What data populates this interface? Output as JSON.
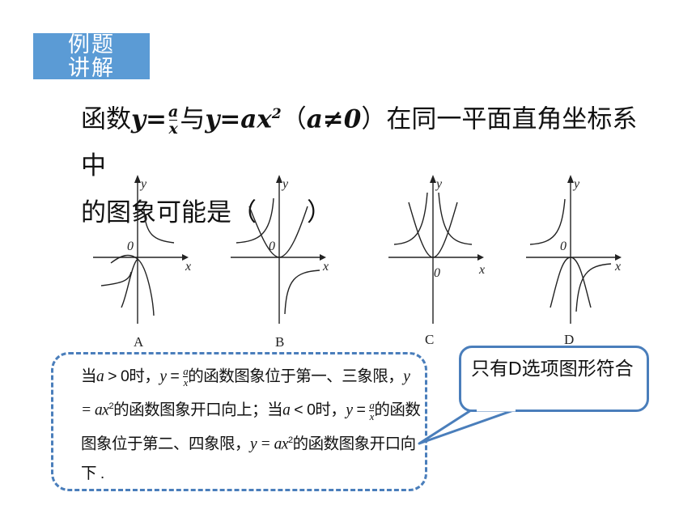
{
  "badge": {
    "line1": "例题",
    "line2": "讲解"
  },
  "question": {
    "prefix": "函数",
    "eq1_lhs": "y",
    "eq1_eq": "=",
    "eq1_num": "a",
    "eq1_den": "x",
    "connector": "与",
    "eq2": "y=ax",
    "eq2_sup": "2",
    "cond_open": "（",
    "cond": "a≠0",
    "cond_close": "）",
    "suffix": "在同一平面直角坐标系中",
    "line2": "的图象可能是（　　）"
  },
  "graphs": [
    {
      "label": "A",
      "axis_x": "x",
      "axis_y": "y",
      "origin": "0"
    },
    {
      "label": "B",
      "axis_x": "x",
      "axis_y": "y",
      "origin": "0"
    },
    {
      "label": "C",
      "axis_x": "x",
      "axis_y": "y",
      "origin": "0"
    },
    {
      "label": "D",
      "axis_x": "x",
      "axis_y": "y",
      "origin": "0"
    }
  ],
  "explanation": {
    "p1_a": "当",
    "p1_var": "a",
    "p1_b": " > 0时，",
    "p1_y": "y",
    "p1_eq": " = ",
    "frac_num": "a",
    "frac_den": "x",
    "p1_c": "的函数图象位于第一、三象限，",
    "p2_y": "y = ax",
    "p2_sup": "2",
    "p2_a": "的函数图象开口向上；当",
    "p2_var": "a",
    "p2_b": " < 0时，",
    "p3_y": "y",
    "p3_eq": " = ",
    "p3_a": "的函数图象位于第二、四象限，",
    "p3_y2": "y = ax",
    "p3_sup": "2",
    "p3_b": "的",
    "p4": "函数图象开口向下 ."
  },
  "callout": {
    "text": "只有D选项图形符合"
  },
  "colors": {
    "accent": "#5b9bd5",
    "border": "#4a7ebb",
    "curve": "#222222"
  }
}
